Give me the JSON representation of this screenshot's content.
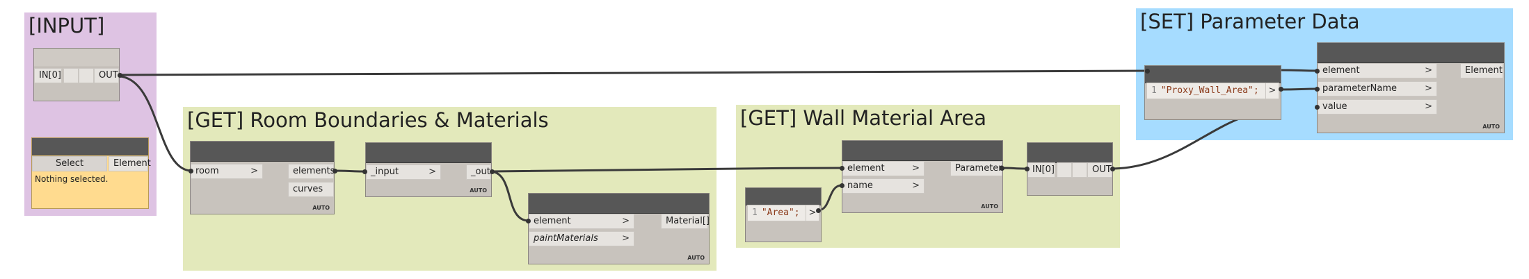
{
  "groups": {
    "input": {
      "title": "[INPUT]",
      "color": "#dec3e3"
    },
    "room_boundaries": {
      "title": "[GET] Room Boundaries & Materials",
      "color": "#e3e9bb"
    },
    "wall_material": {
      "title": "[GET] Wall Material Area",
      "color": "#e3e9bb"
    },
    "set_param": {
      "title": "[SET] Parameter Data",
      "color": "#a6dcff"
    }
  },
  "nodes": {
    "watch_input": {
      "in": "IN[0]",
      "out": "OUT"
    },
    "select": {
      "button": "Select",
      "out": "Element",
      "status": "Nothing selected."
    },
    "room_node": {
      "in": "room",
      "out1": "elements",
      "out2": "curves",
      "lacing": "AUTO"
    },
    "input_node": {
      "in": "_input",
      "out": "_out",
      "lacing": "AUTO"
    },
    "material_node": {
      "in1": "element",
      "in2": "paintMaterials",
      "out": "Material[]",
      "lacing": "AUTO"
    },
    "area_code": {
      "line": "1",
      "code": "\"Area\";",
      "out": ">"
    },
    "get_param": {
      "in1": "element",
      "in2": "name",
      "out": "Parameter",
      "lacing": "AUTO"
    },
    "watch_param": {
      "in": "IN[0]",
      "out": "OUT"
    },
    "proxy_code": {
      "line": "1",
      "code": "\"Proxy_Wall_Area\";",
      "out": ">"
    },
    "set_param_node": {
      "in1": "element",
      "in2": "parameterName",
      "in3": "value",
      "out": "Element",
      "lacing": "AUTO"
    }
  },
  "chevron": ">"
}
